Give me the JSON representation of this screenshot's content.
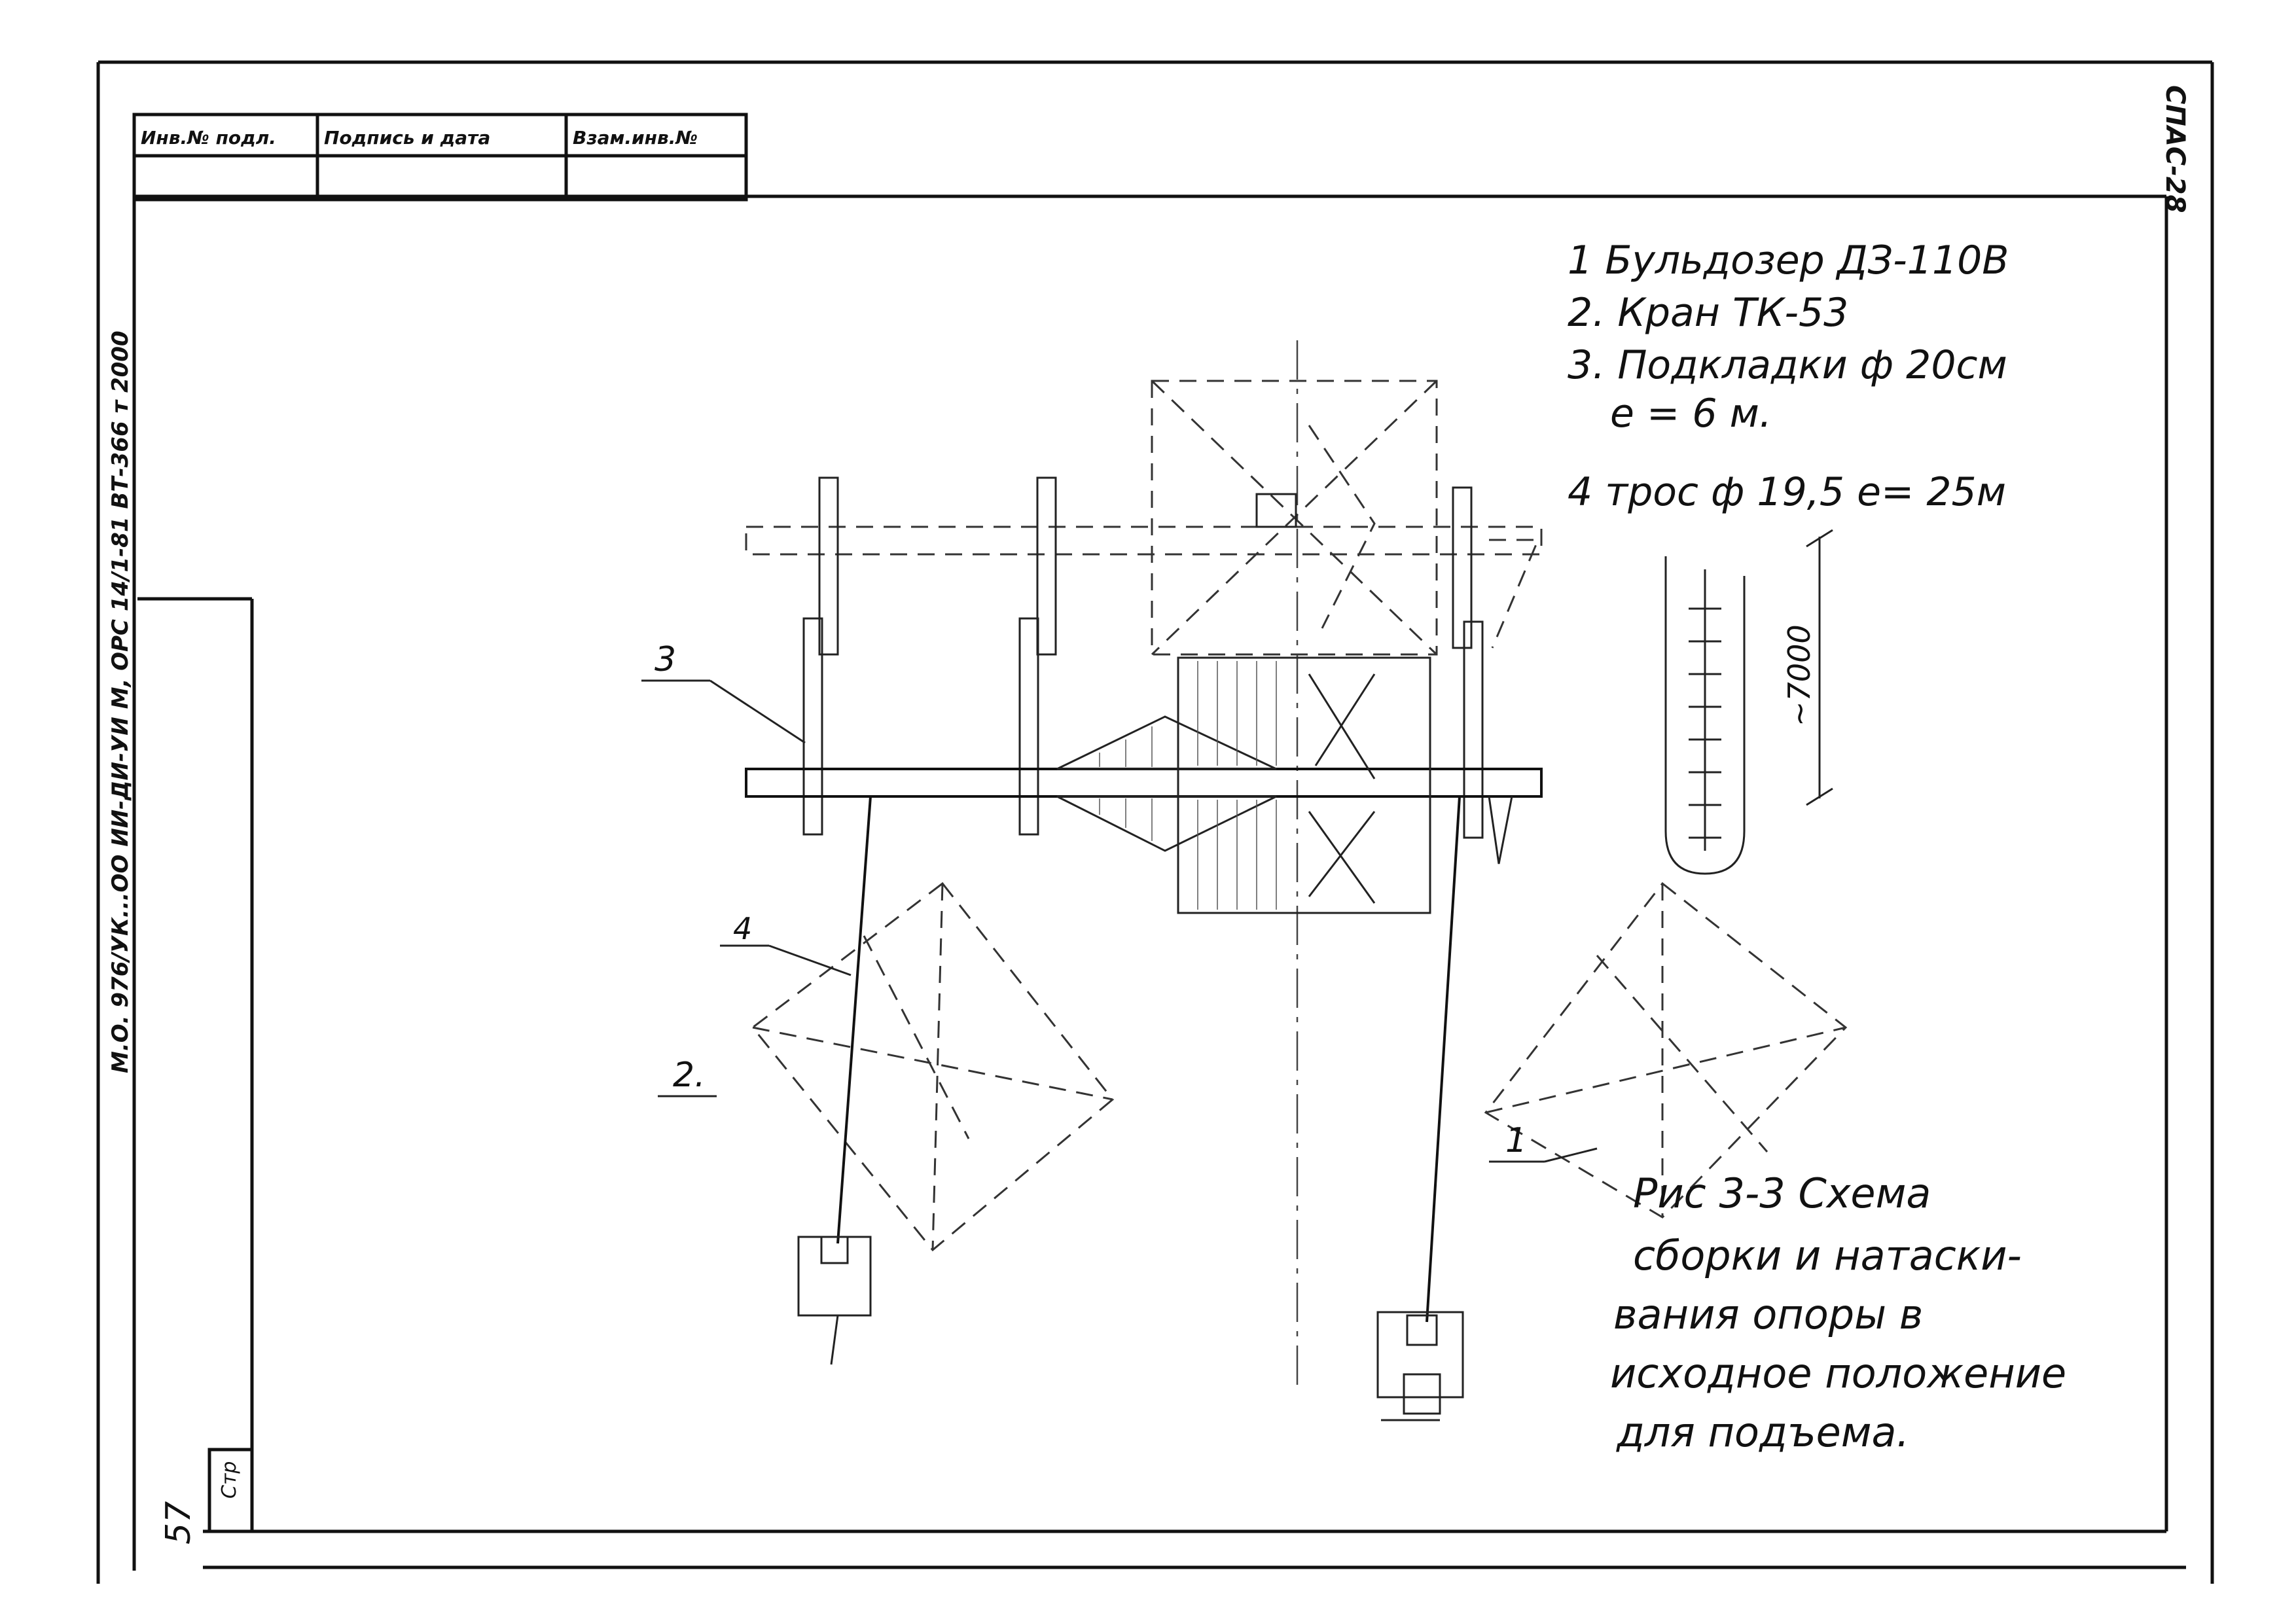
{
  "stamp": {
    "header_cells": [
      "Инв.№ подл.",
      "Подпись и дата",
      "Взам.инв.№"
    ],
    "sheet_code": "СПАС-28",
    "vertical_note": "М.О. 976/УК...ОО ИИ-ДИ-УИ М, ОРС 14/1-81 ВТ-366 т 2000",
    "page_label": "Стр",
    "page_number": "57"
  },
  "legend": {
    "items": [
      "1 Бульдозер ДЗ-110В",
      "2. Кран ТК-53",
      "3. Подкладки ф 20см",
      "е = 6 м.",
      "4 трос ф 19,5  е= 25м"
    ]
  },
  "drawing": {
    "callouts": [
      "3",
      "4",
      "2.",
      "1"
    ],
    "dimension": "~7000"
  },
  "caption": {
    "lines": [
      "Рис 3-3  Схема",
      "сборки и натаски-",
      "вания опоры в",
      "исходное положение",
      "для подъема."
    ]
  }
}
